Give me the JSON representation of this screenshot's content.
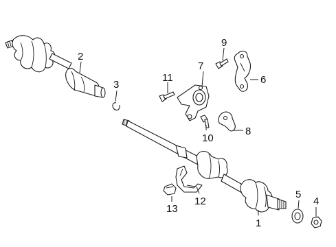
{
  "callouts": [
    {
      "id": "callout-1",
      "label": "1"
    },
    {
      "id": "callout-2",
      "label": "2"
    },
    {
      "id": "callout-3",
      "label": "3"
    },
    {
      "id": "callout-4",
      "label": "4"
    },
    {
      "id": "callout-5",
      "label": "5"
    },
    {
      "id": "callout-6",
      "label": "6"
    },
    {
      "id": "callout-7",
      "label": "7"
    },
    {
      "id": "callout-8",
      "label": "8"
    },
    {
      "id": "callout-9",
      "label": "9"
    },
    {
      "id": "callout-10",
      "label": "10"
    },
    {
      "id": "callout-11",
      "label": "11"
    },
    {
      "id": "callout-12",
      "label": "12"
    },
    {
      "id": "callout-13",
      "label": "13"
    }
  ]
}
